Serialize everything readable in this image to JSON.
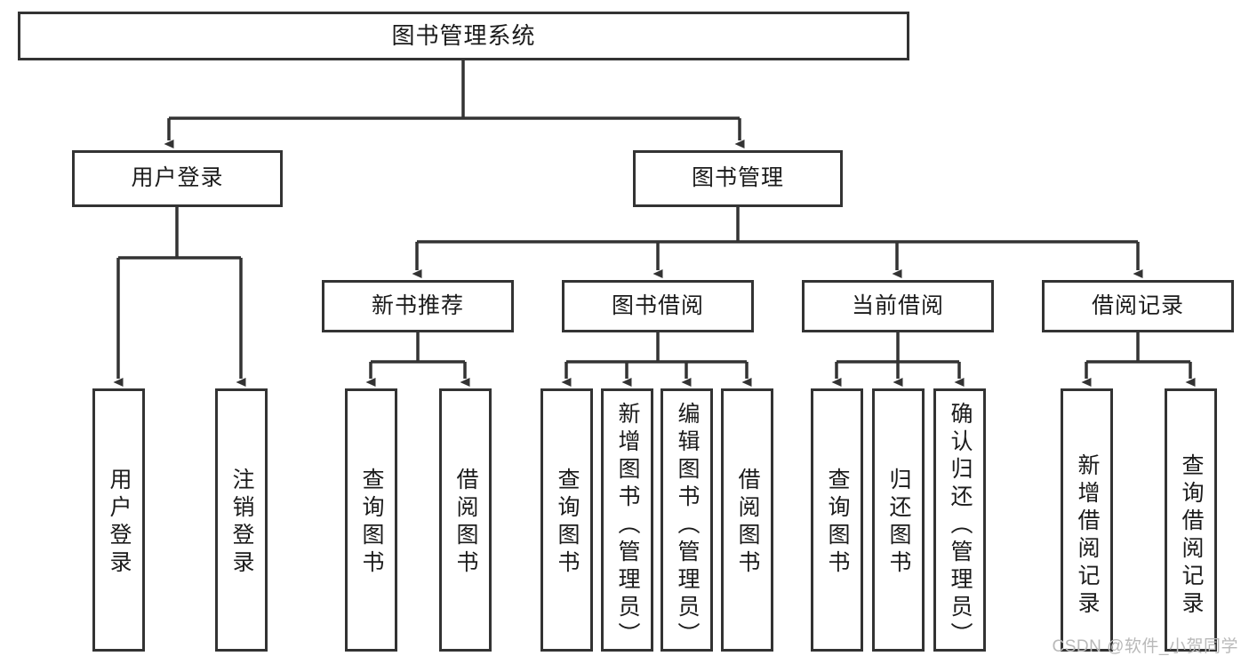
{
  "diagram": {
    "title": "图书管理系统",
    "type": "hierarchy-tree",
    "watermark": "CSDN @软件_小贺同学",
    "colors": {
      "box_border": "#333333",
      "box_fill": "#ffffff",
      "edge": "#333333",
      "text": "#1b1b1b",
      "watermark": "#b9b9b9"
    },
    "nodes": {
      "root": {
        "label": "图书管理系统"
      },
      "level2": [
        {
          "id": "user-login",
          "label": "用户登录"
        },
        {
          "id": "book-manage",
          "label": "图书管理"
        }
      ],
      "level3": [
        {
          "id": "new-book-rec",
          "label": "新书推荐"
        },
        {
          "id": "book-borrow",
          "label": "图书借阅"
        },
        {
          "id": "current-borrow",
          "label": "当前借阅"
        },
        {
          "id": "borrow-record",
          "label": "借阅记录"
        }
      ],
      "leaves": [
        {
          "id": "leaf-user-login",
          "label": "用户登录",
          "parent": "user-login"
        },
        {
          "id": "leaf-user-logout",
          "label": "注销登录",
          "parent": "user-login"
        },
        {
          "id": "leaf-query-book-1",
          "label": "查询图书",
          "parent": "new-book-rec"
        },
        {
          "id": "leaf-borrow-book-1",
          "label": "借阅图书",
          "parent": "new-book-rec"
        },
        {
          "id": "leaf-query-book-2",
          "label": "查询图书",
          "parent": "book-borrow"
        },
        {
          "id": "leaf-add-book",
          "label": "新增图书（管理员）",
          "parent": "book-borrow"
        },
        {
          "id": "leaf-edit-book",
          "label": "编辑图书（管理员）",
          "parent": "book-borrow"
        },
        {
          "id": "leaf-borrow-book-2",
          "label": "借阅图书",
          "parent": "book-borrow"
        },
        {
          "id": "leaf-query-book-3",
          "label": "查询图书",
          "parent": "current-borrow"
        },
        {
          "id": "leaf-return-book",
          "label": "归还图书",
          "parent": "current-borrow"
        },
        {
          "id": "leaf-confirm-return",
          "label": "确认归还（管理员）",
          "parent": "current-borrow"
        },
        {
          "id": "leaf-add-record",
          "label": "新增借阅记录",
          "parent": "borrow-record"
        },
        {
          "id": "leaf-query-record",
          "label": "查询借阅记录",
          "parent": "borrow-record"
        }
      ]
    }
  }
}
